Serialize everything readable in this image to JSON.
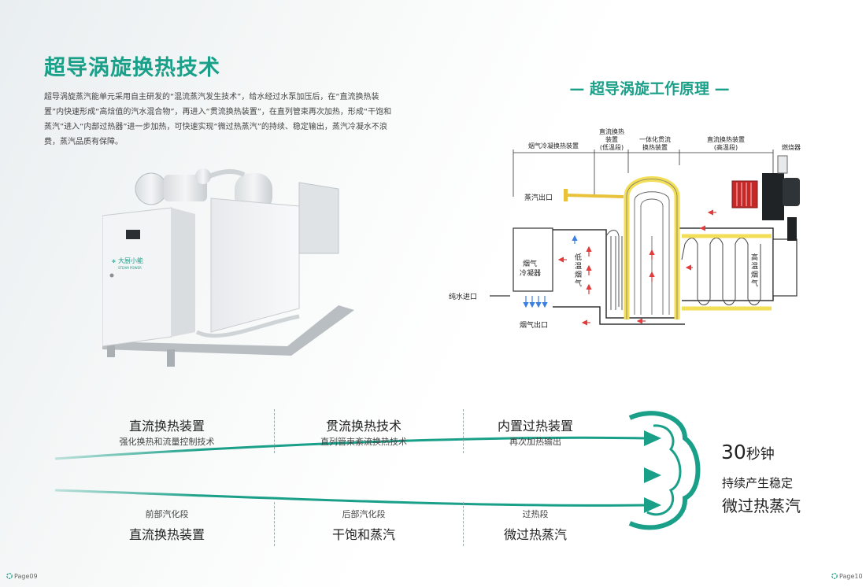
{
  "header": {
    "title": "超导涡旋换热技术",
    "intro": "超导涡旋蒸汽能单元采用自主研发的“混流蒸汽发生技术”，给水经过水泵加压后，在“直流换热装置”内快速形成“高焓值的汽水混合物”，再进入“贯流换热装置”，在直列管束再次加热，形成“干饱和蒸汽”进入“内部过热器”进一步加热，可快速实现“微过热蒸汽”的持续、稳定输出，蒸汽冷凝水不浪费，蒸汽品质有保障。"
  },
  "product": {
    "brand_cn": "大厨小能",
    "brand_en": "STEAM POWER"
  },
  "diagram": {
    "title": "— 超导涡旋工作原理 —",
    "section_flue": "烟气冷凝换热装置",
    "section_low_1": "直流换热",
    "section_low_2": "装置",
    "section_low_3": "(低温段)",
    "section_mid_1": "一体化贯流",
    "section_mid_2": "换热装置",
    "section_high_1": "直流换热装置",
    "section_high_2": "(高温段)",
    "section_burner": "燃烧器",
    "steam_outlet": "蒸汽出口",
    "water_inlet": "纯水进口",
    "flue_outlet": "烟气出口",
    "condenser_1": "烟气",
    "condenser_2": "冷凝器",
    "low_temp_flue": [
      "低",
      "温",
      "烟",
      "气"
    ],
    "high_temp_flue": [
      "高",
      "温",
      "烟",
      "气"
    ]
  },
  "process": {
    "top": [
      {
        "title": "直流换热装置",
        "sub": "强化换热和流量控制技术"
      },
      {
        "title": "贯流换热技术",
        "sub": "直列管束紊流换热技术"
      },
      {
        "title": "内置过热装置",
        "sub": "再次加热输出"
      }
    ],
    "bottom": [
      {
        "sub": "前部汽化段",
        "title": "直流换热装置"
      },
      {
        "sub": "后部汽化段",
        "title": "干饱和蒸汽"
      },
      {
        "sub": "过热段",
        "title": "微过热蒸汽"
      }
    ],
    "result_number": "30",
    "result_unit": "秒钟",
    "result_line2": "持续产生稳定",
    "result_line3": "微过热蒸汽"
  },
  "footer": {
    "left_page": "Page09",
    "right_page": "Page10"
  },
  "colors": {
    "accent": "#1aa089",
    "heat_yellow": "#f3df57",
    "arrow_red": "#e23b3b",
    "arrow_blue": "#3b7fe2"
  }
}
